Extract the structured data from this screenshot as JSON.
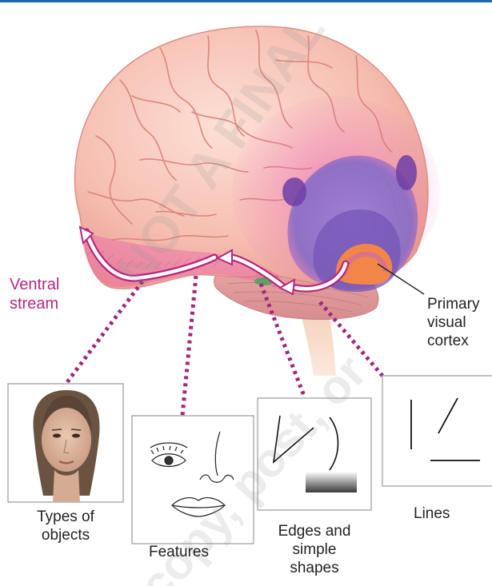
{
  "labels": {
    "ventral_stream": "Ventral\nstream",
    "primary_visual_cortex": "Primary\nvisual\ncortex",
    "types_of_objects": "Types of\nobjects",
    "features": "Features",
    "edges_and_simple_shapes": "Edges and\nsimple\nshapes",
    "lines": "Lines"
  },
  "watermark": {
    "line1": "NOT A FINAL",
    "line2": "copy, post, or"
  },
  "colors": {
    "accent_magenta": "#b5287f",
    "top_rule_blue": "#1a6ab0",
    "brain_pink": "#f4b8ac",
    "visual_cortex_violet": "#8a6cc4",
    "hot_spot_orange": "#ff8a3c"
  }
}
